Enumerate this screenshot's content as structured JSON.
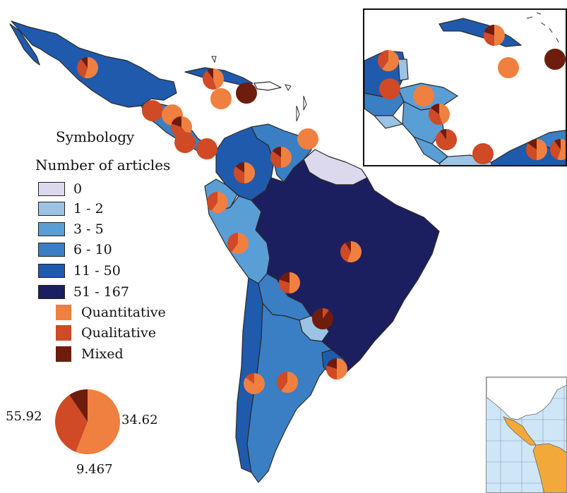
{
  "legend": {
    "title": "Symbology",
    "subtitle": "Number of articles",
    "classes": [
      {
        "label": "0",
        "color": "#dcd9ee"
      },
      {
        "label": "1 - 2",
        "color": "#9cc3e4"
      },
      {
        "label": "3 - 5",
        "color": "#5a9ed6"
      },
      {
        "label": "6 - 10",
        "color": "#3a7fc4"
      },
      {
        "label": "11 - 50",
        "color": "#1f5aad"
      },
      {
        "label": "51 - 167",
        "color": "#1b1f5f"
      }
    ],
    "methods": [
      {
        "label": "Quantitative",
        "color": "#f08040"
      },
      {
        "label": "Qualitative",
        "color": "#cf4a25"
      },
      {
        "label": "Mixed",
        "color": "#6e1c0c"
      }
    ]
  },
  "example_pie": {
    "values": [
      55.92,
      34.62,
      9.467
    ],
    "labels": [
      "55.92",
      "34.62",
      "9.467"
    ]
  },
  "colors": {
    "sea": "#ffffff",
    "border": "#2a2a2a",
    "globe_highlight": "#f2a93a",
    "globe_land": "#ffffff"
  }
}
